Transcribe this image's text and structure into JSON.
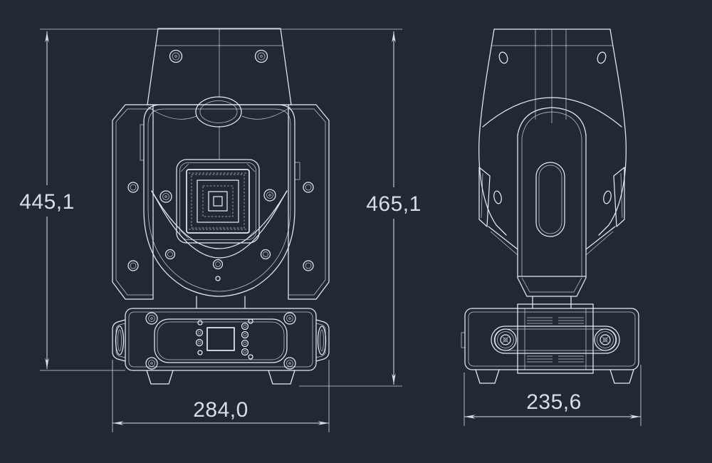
{
  "canvas": {
    "background_color": "#212935",
    "line_color": "#e6eaef",
    "dim_color": "#d9dee5"
  },
  "dimensions": {
    "front_height_body": {
      "label": "445,1",
      "orientation": "vertical"
    },
    "front_height_total": {
      "label": "465,1",
      "orientation": "vertical"
    },
    "front_width": {
      "label": "284,0",
      "orientation": "horizontal"
    },
    "side_depth": {
      "label": "235,6",
      "orientation": "horizontal"
    }
  }
}
